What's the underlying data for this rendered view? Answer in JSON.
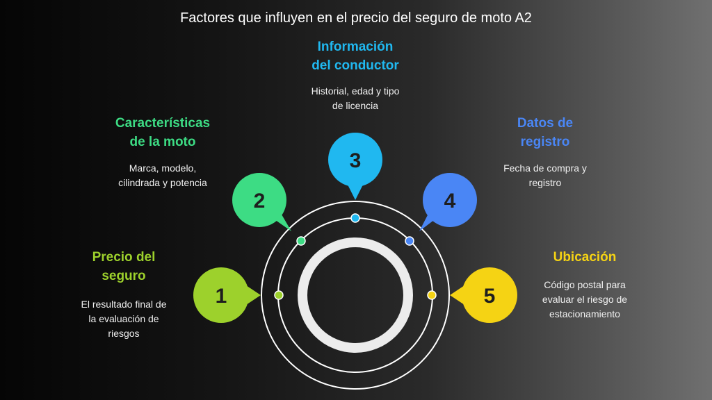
{
  "title": "Factores que influyen en el precio del seguro de moto A2",
  "factors": [
    {
      "number": "1",
      "heading_l1": "Precio del",
      "heading_l2": "seguro",
      "desc_l1": "El resultado final de",
      "desc_l2": "la evaluación de",
      "desc_l3": "riesgos",
      "color": "#9dd12c"
    },
    {
      "number": "2",
      "heading_l1": "Características",
      "heading_l2": "de la moto",
      "desc_l1": "Marca, modelo,",
      "desc_l2": "cilindrada y potencia",
      "color": "#3ddc84"
    },
    {
      "number": "3",
      "heading_l1": "Información",
      "heading_l2": "del conductor",
      "desc_l1": "Historial, edad y tipo",
      "desc_l2": "de licencia",
      "color": "#20b8f0"
    },
    {
      "number": "4",
      "heading_l1": "Datos de",
      "heading_l2": "registro",
      "desc_l1": "Fecha de compra y",
      "desc_l2": "registro",
      "color": "#4a86f5"
    },
    {
      "number": "5",
      "heading_l1": "Ubicación",
      "desc_l1": "Código postal para",
      "desc_l2": "evaluar el riesgo de",
      "desc_l3": "estacionamiento",
      "color": "#f5d314"
    }
  ],
  "colors": {
    "background_dark": "#050505",
    "background_light": "#707070",
    "ring": "#ffffff",
    "number_text": "#1e1e1e"
  }
}
